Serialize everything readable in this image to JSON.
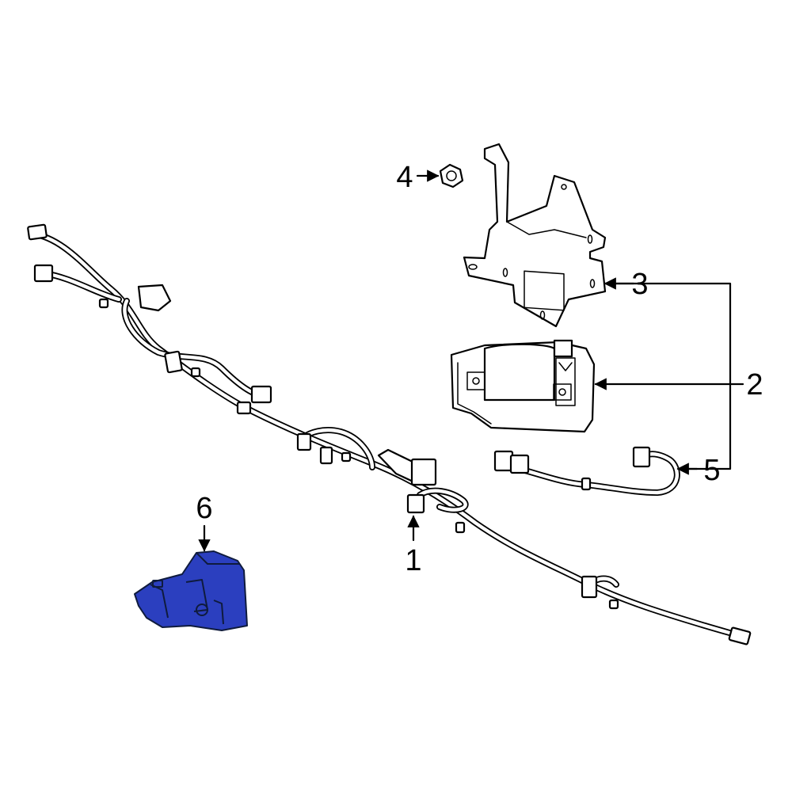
{
  "highlight_color": "#2b3fbf",
  "callouts": {
    "c1": "1",
    "c2": "2",
    "c3": "3",
    "c4": "4",
    "c5": "5",
    "c6": "6"
  }
}
